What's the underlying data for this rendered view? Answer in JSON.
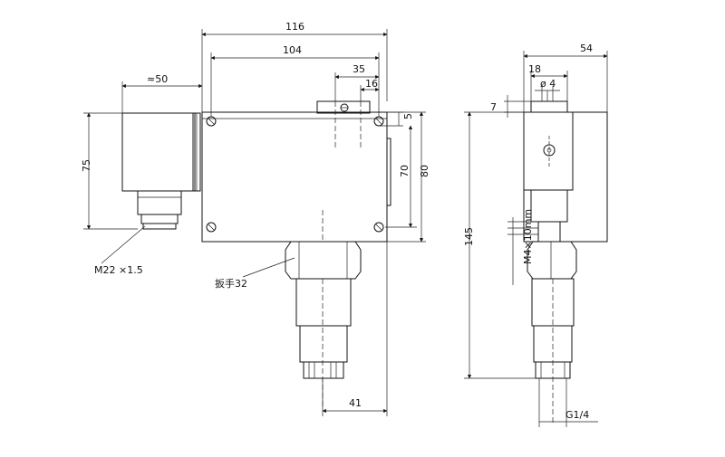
{
  "drawing": {
    "dimensions": {
      "overall_width": "116",
      "hole_spacing": "104",
      "approx_connector": "≈50",
      "dim_35": "35",
      "dim_16": "16",
      "dim_5": "5",
      "height_75": "75",
      "height_70": "70",
      "height_80": "80",
      "dim_41": "41",
      "side_width": "54",
      "side_18": "18",
      "side_bore": "ø 4",
      "side_7": "7",
      "total_145": "145"
    },
    "callouts": {
      "thread": "M22 ×1.5",
      "wrench": "扳手32",
      "bolt": "M4×10mm",
      "pipe_thread": "G1/4"
    }
  }
}
